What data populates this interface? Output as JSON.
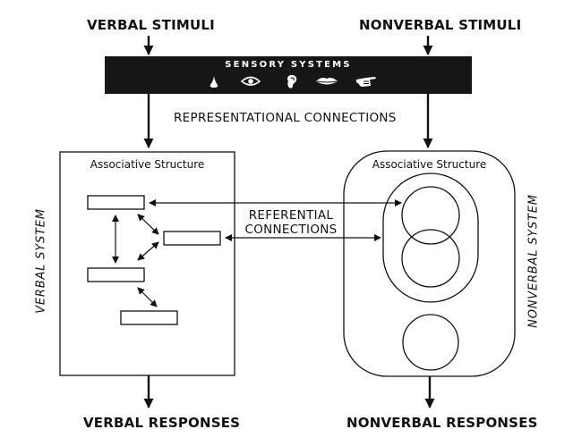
{
  "inputs": {
    "verbal": "VERBAL STIMULI",
    "nonverbal": "NONVERBAL STIMULI"
  },
  "sensory": {
    "title": "SENSORY SYSTEMS",
    "icons": [
      "nose-icon",
      "eye-icon",
      "ear-icon",
      "mouth-icon",
      "hand-icon"
    ]
  },
  "representational_label": "REPRESENTATIONAL CONNECTIONS",
  "verbal_system": {
    "side_label": "VERBAL SYSTEM",
    "structure_label": "Associative Structure"
  },
  "nonverbal_system": {
    "side_label": "NONVERBAL SYSTEM",
    "structure_label": "Associative Structure"
  },
  "referential": {
    "line1": "REFERENTIAL",
    "line2": "CONNECTIONS"
  },
  "outputs": {
    "verbal": "VERBAL RESPONSES",
    "nonverbal": "NONVERBAL RESPONSES"
  },
  "colors": {
    "ink": "#111111",
    "bar": "#161616",
    "background": "#ffffff"
  }
}
